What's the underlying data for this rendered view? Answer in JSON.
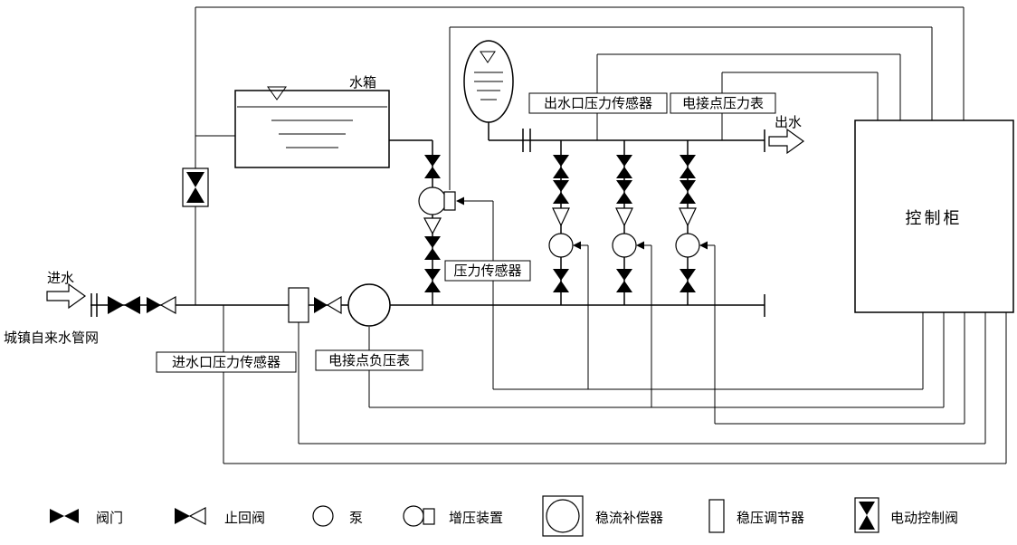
{
  "labels": {
    "inlet": "进水",
    "municipal_network": "城镇自来水管网",
    "tank": "水箱",
    "outlet": "出水",
    "control_cabinet": "控制柜",
    "inlet_pressure_sensor": "进水口压力传感器",
    "contact_vacuum_gauge": "电接点负压表",
    "pressure_sensor": "压力传感器",
    "outlet_pressure_sensor": "出水口压力传感器",
    "contact_pressure_gauge": "电接点压力表"
  },
  "legend": [
    {
      "name": "valve",
      "label": "阀门"
    },
    {
      "name": "check-valve",
      "label": "止回阀"
    },
    {
      "name": "pump",
      "label": "泵"
    },
    {
      "name": "booster-device",
      "label": "增压装置"
    },
    {
      "name": "flow-stabilizer",
      "label": "稳流补偿器"
    },
    {
      "name": "pressure-regulator",
      "label": "稳压调节器"
    },
    {
      "name": "electric-control-valve",
      "label": "电动控制阀"
    }
  ],
  "colors": {
    "line": "#000000",
    "background": "#ffffff"
  }
}
